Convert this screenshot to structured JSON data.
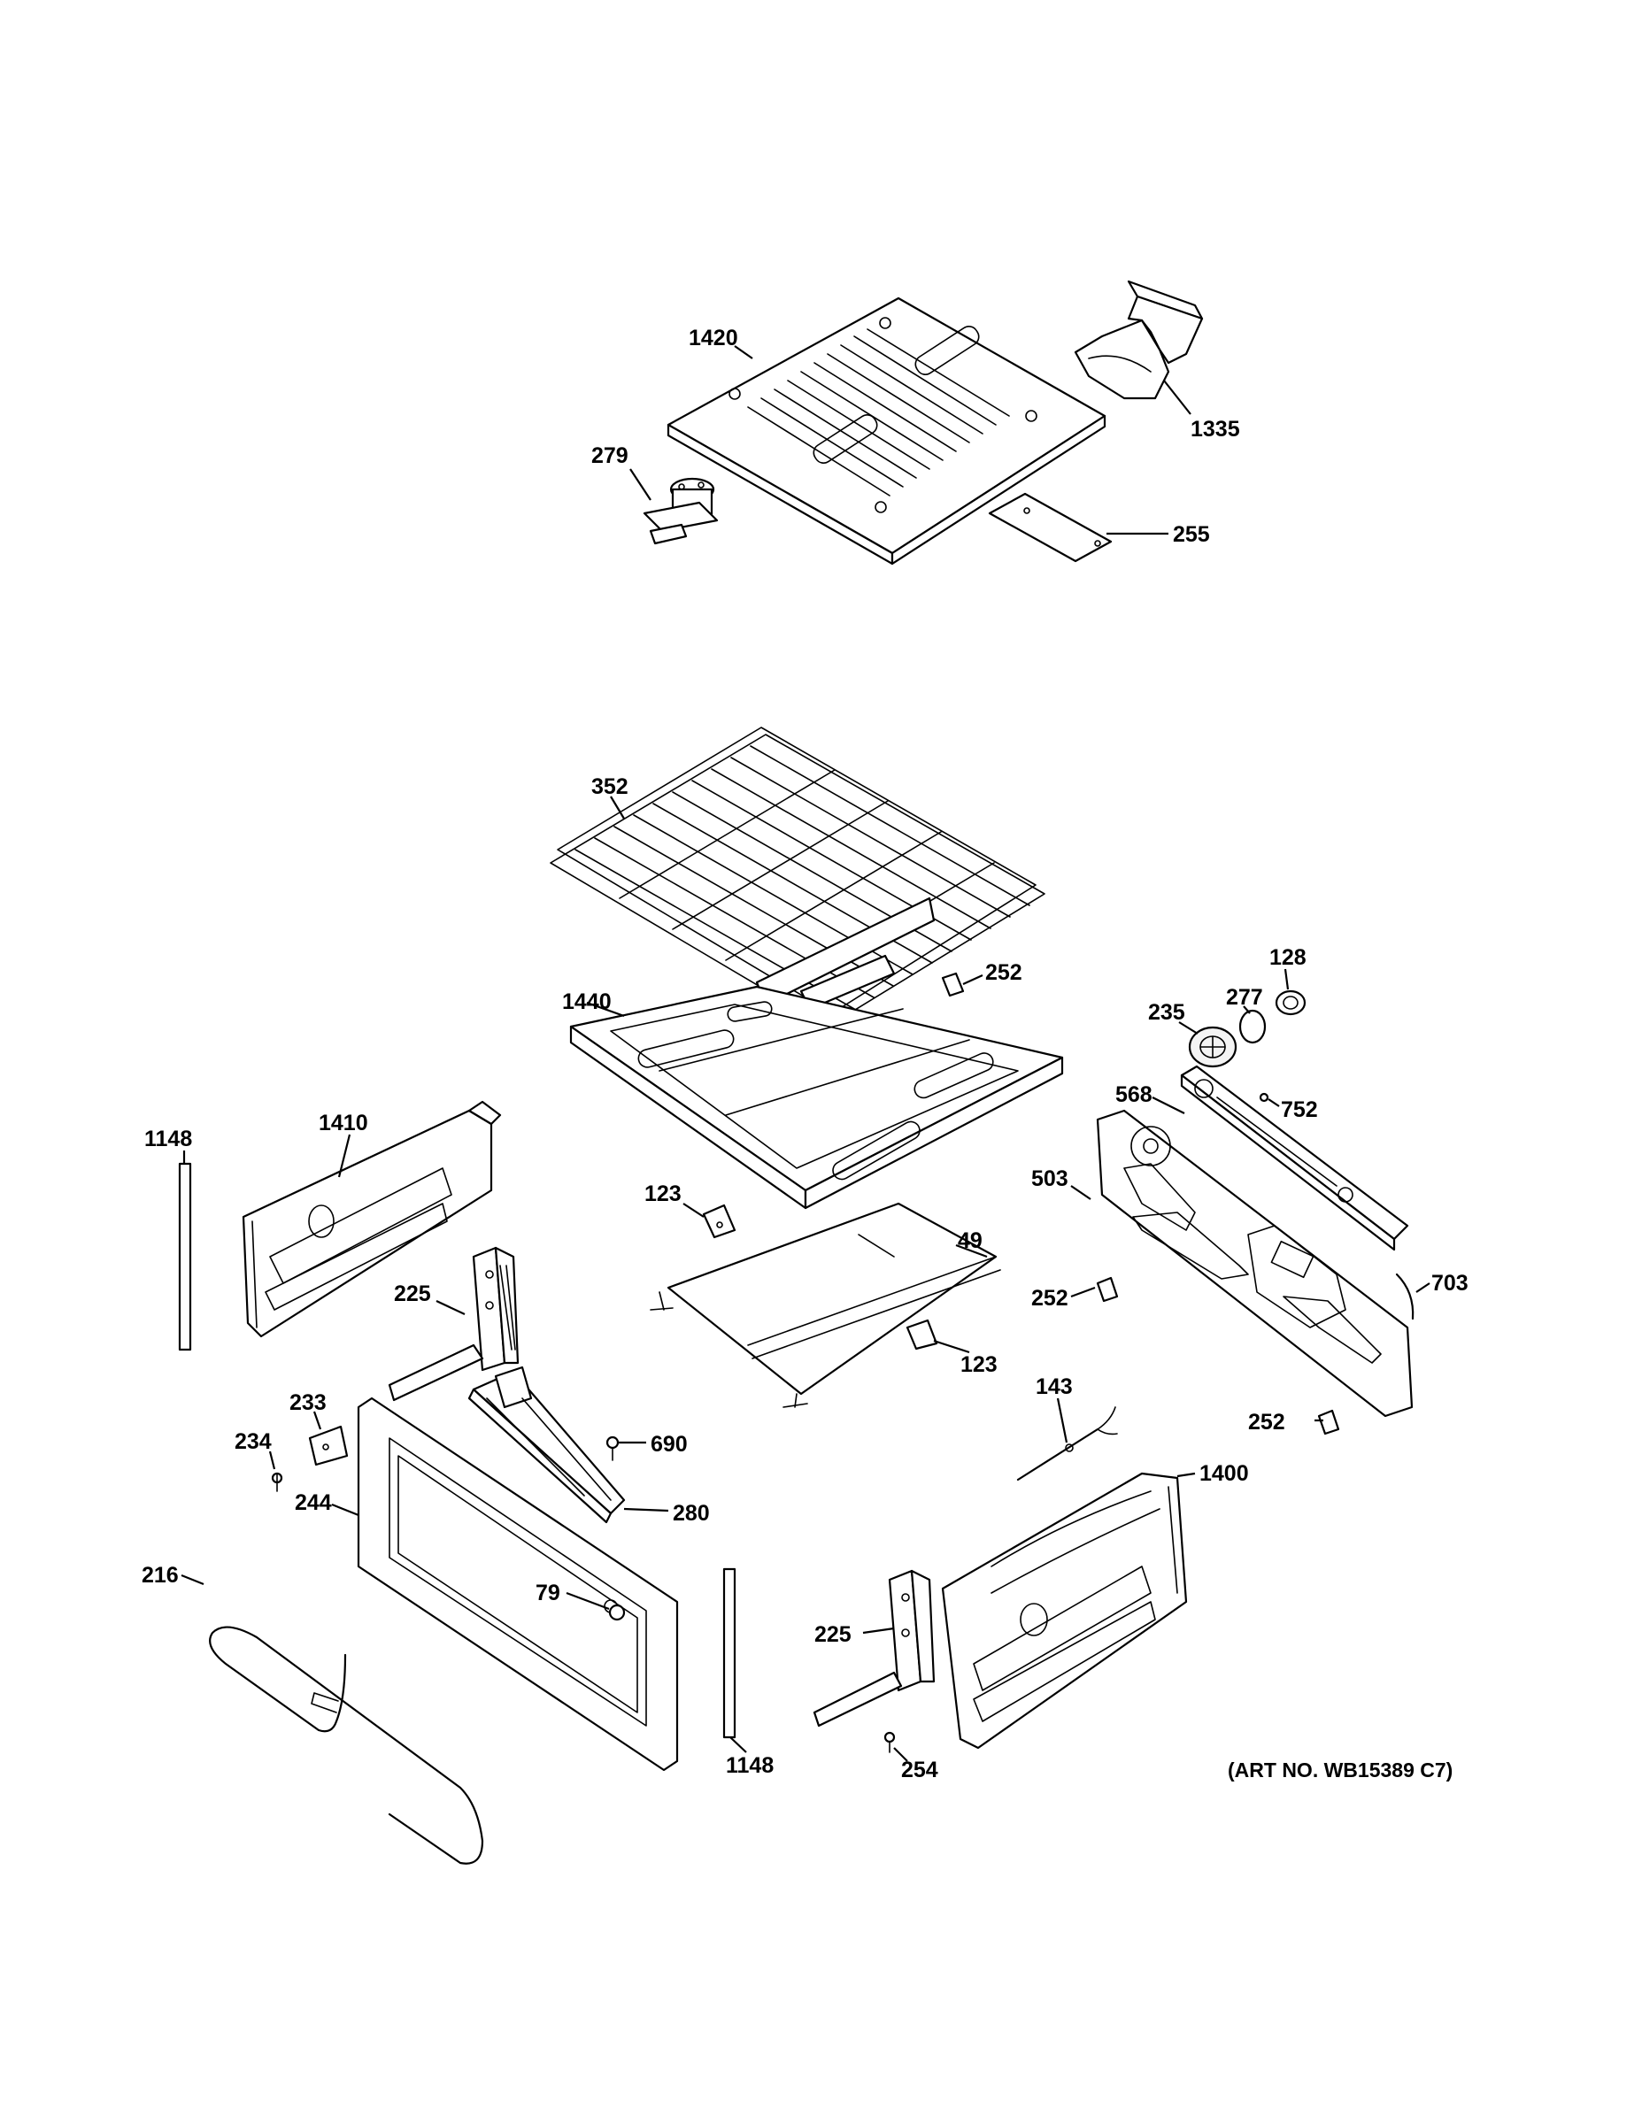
{
  "callouts": {
    "c1420": "1420",
    "c1335": "1335",
    "c279": "279",
    "c255": "255",
    "c352": "352",
    "c252a": "252",
    "c1440": "1440",
    "c128": "128",
    "c277": "277",
    "c235": "235",
    "c568": "568",
    "c752": "752",
    "c1148a": "1148",
    "c1410": "1410",
    "c123a": "123",
    "c49": "49",
    "c503": "503",
    "c703": "703",
    "c252b": "252",
    "c225a": "225",
    "c123b": "123",
    "c233": "233",
    "c234": "234",
    "c690": "690",
    "c143": "143",
    "c252c": "252",
    "c244": "244",
    "c280": "280",
    "c1400": "1400",
    "c216": "216",
    "c79": "79",
    "c225b": "225",
    "c1148b": "1148",
    "c254": "254"
  },
  "art_number": "(ART NO. WB15389 C7)"
}
